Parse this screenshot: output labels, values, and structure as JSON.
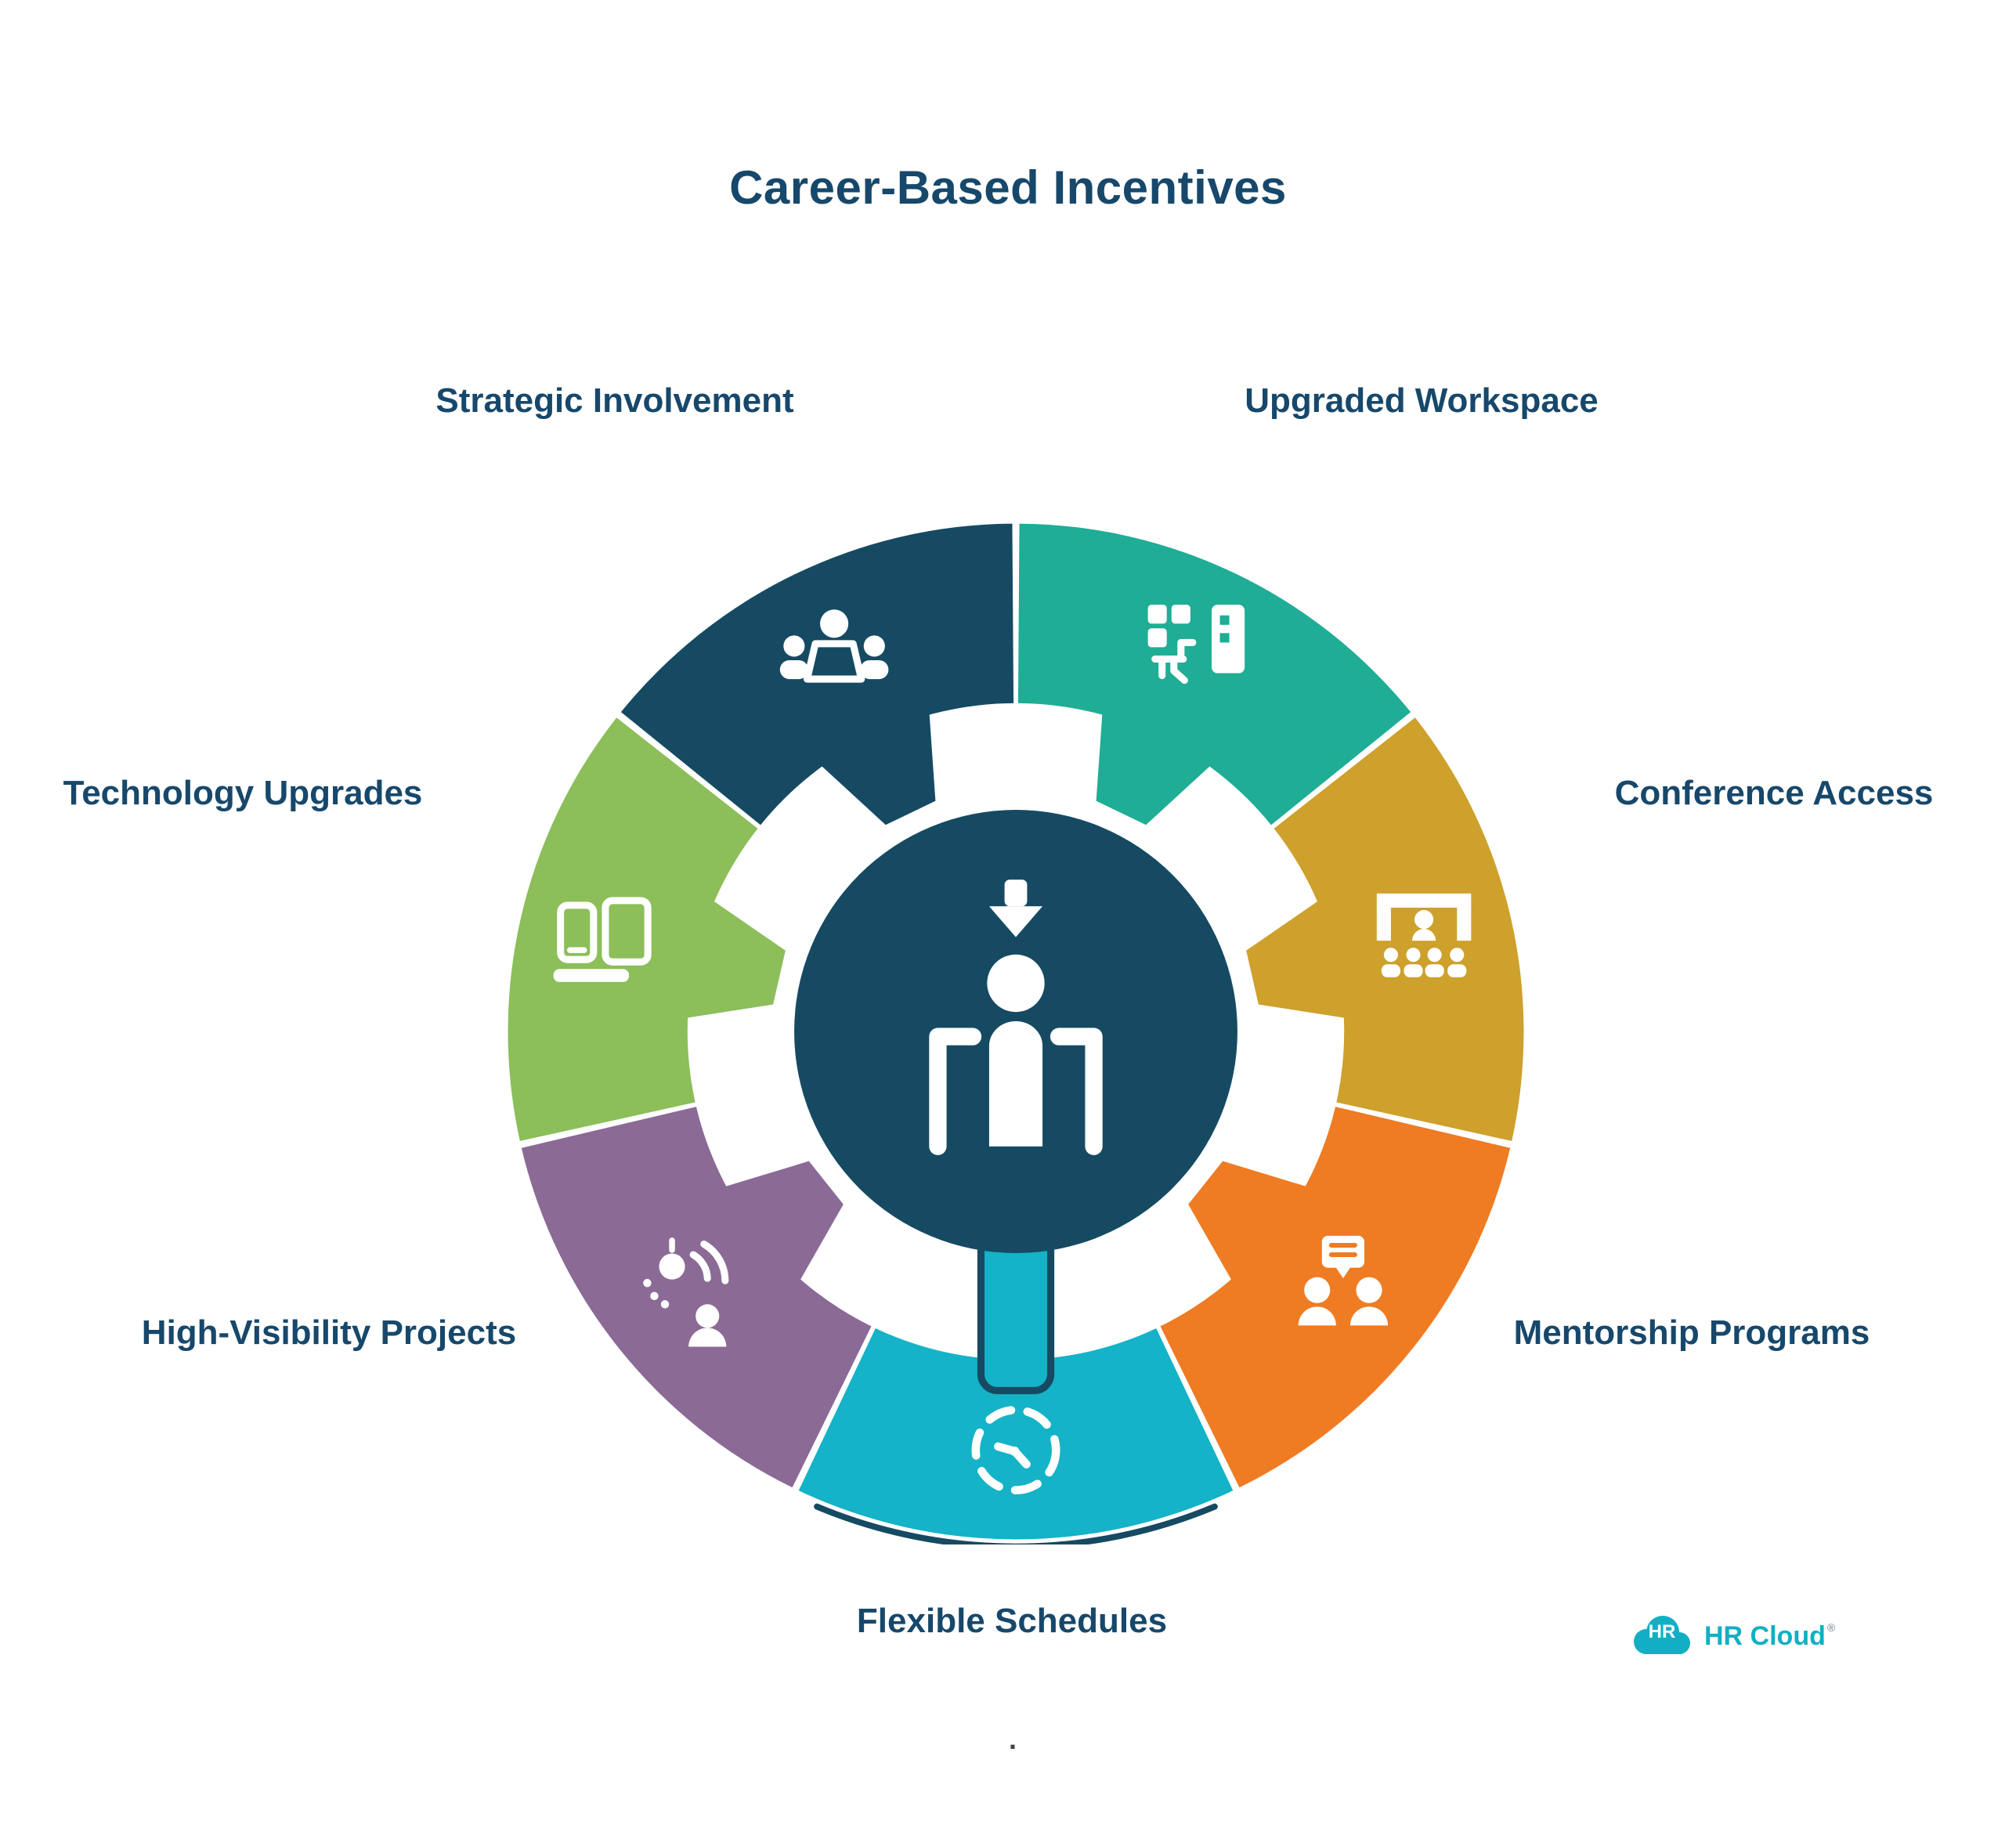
{
  "title": "Career-Based Incentives",
  "colors": {
    "navy": "#164A63",
    "label_text": "#17486B",
    "brand_teal": "#12AFC4",
    "background": "#ffffff"
  },
  "wheel": {
    "center_icon": "role-assignment-icon",
    "center_color": "#164A63",
    "connector_color": "#14B3C7",
    "outline_color": "#164A63",
    "segments": [
      {
        "label": "Upgraded Workspace",
        "color": "#1FAD96",
        "icon": "workspace-icon"
      },
      {
        "label": "Conference Access",
        "color": "#CEA02C",
        "icon": "conference-icon"
      },
      {
        "label": "Mentorship Programs",
        "color": "#EF7B22",
        "icon": "mentorship-icon"
      },
      {
        "label": "Flexible Schedules",
        "color": "#14B3C7",
        "icon": "clock-icon"
      },
      {
        "label": "High-Visibility Projects",
        "color": "#8B6A96",
        "icon": "visibility-icon"
      },
      {
        "label": "Technology Upgrades",
        "color": "#8CBE5A",
        "icon": "devices-icon"
      },
      {
        "label": "Strategic Involvement",
        "color": "#164A63",
        "icon": "meeting-icon"
      }
    ]
  },
  "logo": {
    "badge_text": "HR",
    "brand_text": "HR Cloud",
    "registered_mark": "®"
  },
  "footer_dot": "."
}
